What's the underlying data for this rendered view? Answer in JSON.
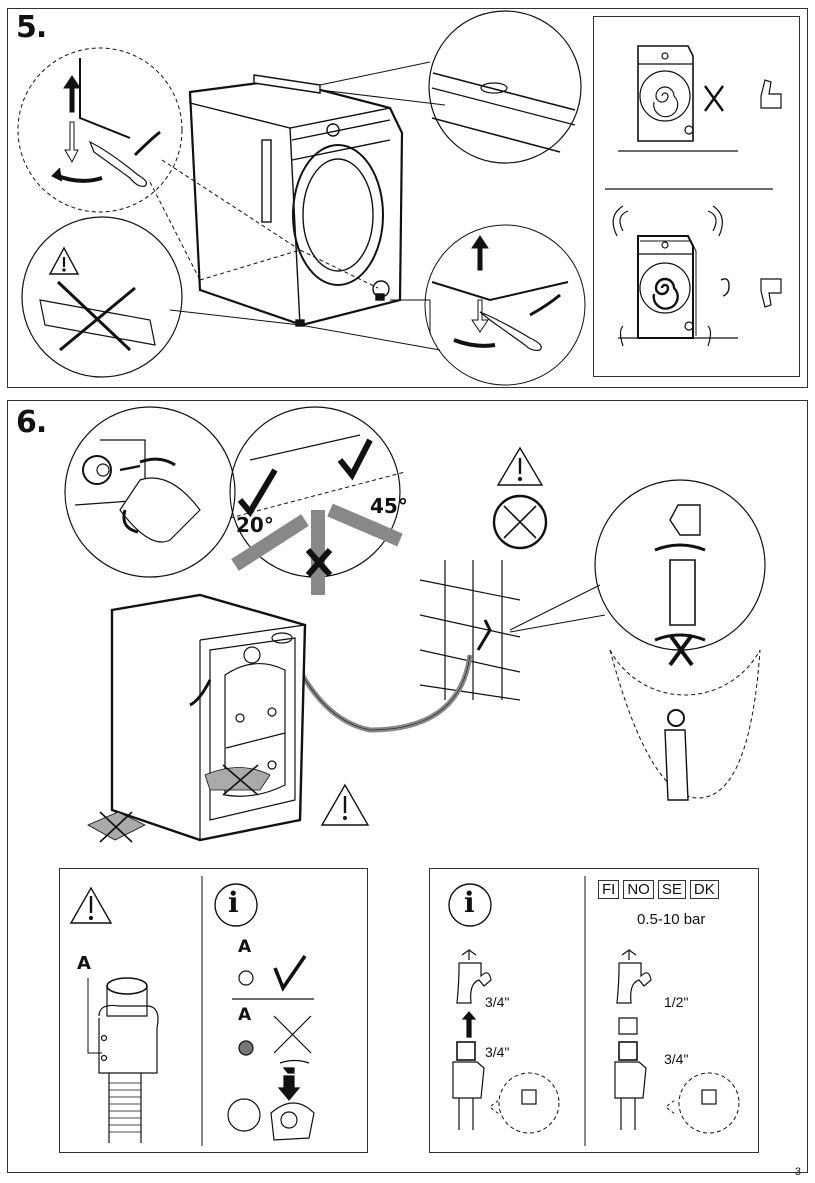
{
  "page": {
    "number": "3"
  },
  "step5": {
    "number": "5.",
    "icons": {
      "level_check": "spirit-level-icon",
      "adjust_feet": "wrench-foot-icon",
      "no_shims": "warning-no-shims-icon",
      "quiet": "thumbs-up-icon",
      "noisy": "thumbs-down-icon"
    }
  },
  "step6": {
    "number": "6.",
    "angle_left": "20°",
    "angle_right": "45°",
    "icons": {
      "warning": "warning-icon",
      "no_leak": "no-water-leak-icon"
    }
  },
  "panel_left": {
    "label_a": "A",
    "info_label_a_ok": "A",
    "info_label_a_bad": "A"
  },
  "panel_right": {
    "countries": [
      "FI",
      "NO",
      "SE",
      "DK"
    ],
    "pressure": "0.5-10 bar",
    "left_tap_size": "3/4\"",
    "left_hose_size": "3/4\"",
    "right_tap_size": "1/2\"",
    "right_hose_size": "3/4\""
  }
}
